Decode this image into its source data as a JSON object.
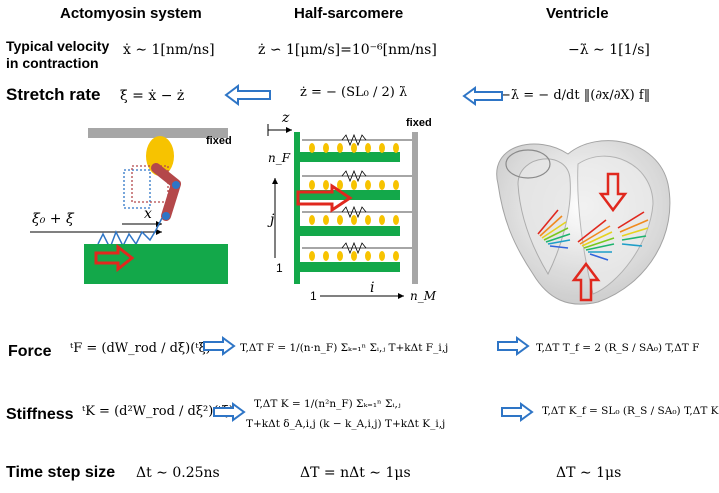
{
  "headers": {
    "actomyosin": "Actomyosin system",
    "half_sarcomere": "Half-sarcomere",
    "ventricle": "Ventricle"
  },
  "row_labels": {
    "velocity_line1": "Typical velocity",
    "velocity_line2": "in contraction",
    "stretch_rate": "Stretch rate",
    "force": "Force",
    "stiffness": "Stiffness",
    "time_step": "Time step size"
  },
  "velocity": {
    "actomyosin": "ẋ ∼ 1[nm/ns]",
    "half_sarcomere": "ż ∽ 1[μm/s]=10⁻⁶[nm/ns]",
    "ventricle": "−λ̇ ∼ 1[1/s]"
  },
  "stretch": {
    "actomyosin": "ξ̇ = ẋ − ż",
    "half_sarcomere": "ż = − (SL₀ / 2) λ̇",
    "ventricle": "−λ̇ = − d/dt ‖(∂x/∂X) f‖"
  },
  "force": {
    "actomyosin": "ᵗF = (dW_rod / dξ)(ᵗξ)",
    "half_sarcomere": "T,ΔT F = 1/(n·n_F) Σₖ₌₁ⁿ Σᵢ,ⱼ T+kΔt F_i,j",
    "ventricle": "T,ΔT T_f = 2 (R_S / SA₀) T,ΔT F"
  },
  "stiffness": {
    "actomyosin": "ᵗK = (d²W_rod / dξ²)(ᵗξ)",
    "half_sarcomere_line1": "T,ΔT K = 1/(n²n_F) Σₖ₌₁ⁿ Σᵢ,ⱼ",
    "half_sarcomere_line2": "T+kΔt δ_A,i,j (k − k_A,i,j) T+kΔt K_i,j",
    "ventricle": "T,ΔT K_f = SL₀ (R_S / SA₀) T,ΔT K"
  },
  "timestep": {
    "actomyosin": "Δt ∼ 0.25ns",
    "half_sarcomere": "ΔT = nΔt ∼ 1μs",
    "ventricle": "ΔT ∼ 1μs"
  },
  "diagram_labels": {
    "fixed_left": "fixed",
    "fixed_right": "fixed",
    "x_label": "x",
    "xi_label": "ξ₀ + ξ",
    "z_label": "z",
    "nF_label": "n_F",
    "j_label": "j",
    "one_j": "1",
    "one_i": "1",
    "i_label": "i",
    "nM_label": "n_M"
  },
  "colors": {
    "arrow_blue": "#2e75c6",
    "arrow_red": "#e0281e",
    "green": "#13a84a",
    "myosin_yellow": "#f7c300",
    "myosin_head": "#b4484a",
    "gray_bar": "#a6a6a6"
  }
}
